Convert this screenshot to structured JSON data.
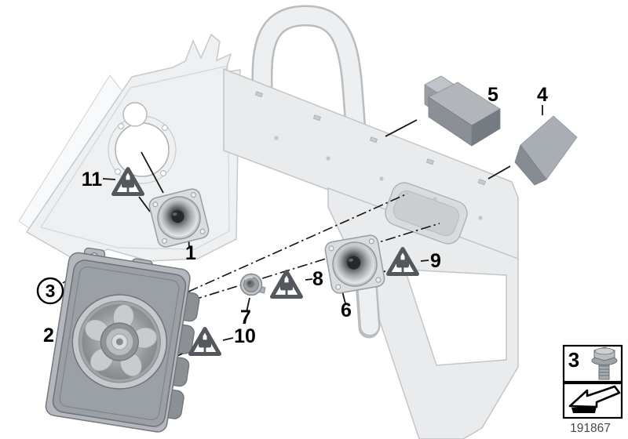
{
  "labels": {
    "p1": "1",
    "p2": "2",
    "p3": "3",
    "p4": "4",
    "p5": "5",
    "p6": "6",
    "p7": "7",
    "p8": "8",
    "p9": "9",
    "p10": "10",
    "p11": "11"
  },
  "legend": {
    "screw_ref": "3",
    "doc_number": "191867"
  },
  "icons": {
    "warning": "warning-electrical-plug-triangle",
    "screw": "hex-flange-screw",
    "arrow": "install-direction-arrow"
  },
  "colors": {
    "background": "#ffffff",
    "line": "#141414",
    "frame_fill": "#e9ebec",
    "frame_stroke": "#c2c6c9",
    "panel_fill": "#eef0f1",
    "foam_top": "#b2b6bb",
    "foam_front": "#8a9096",
    "foam_side": "#757b82",
    "wedge_face": "#a9aeb4",
    "wedge_side": "#868c93",
    "sub_face": "#9aa0a5",
    "warning": "#54585c"
  }
}
